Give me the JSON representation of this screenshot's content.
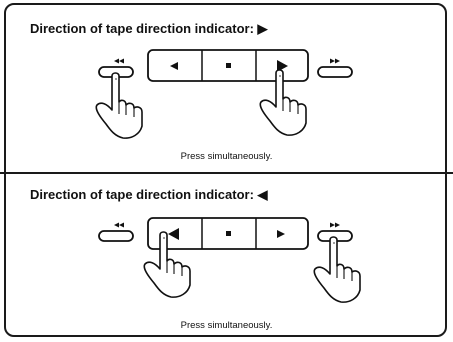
{
  "panels": [
    {
      "title": "Direction of tape direction indicator: ▶",
      "caption": "Press simultaneously.",
      "arrow_glyph": "▶"
    },
    {
      "title": "Direction of tape direction indicator: ◀",
      "caption": "Press simultaneously.",
      "arrow_glyph": "◀"
    }
  ],
  "icons": {
    "rewind": "rewind-icon",
    "play_reverse": "play-reverse-icon",
    "stop": "stop-icon",
    "play_forward": "play-forward-icon",
    "fast_forward": "fast-forward-icon",
    "hand": "pointing-hand-icon"
  },
  "colors": {
    "ink": "#111111",
    "paper": "#ffffff"
  }
}
